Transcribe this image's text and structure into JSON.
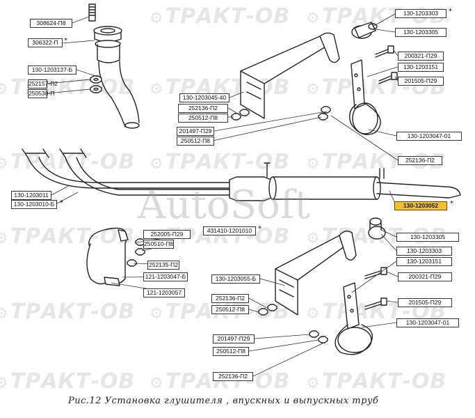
{
  "watermark": {
    "text": "ТРАКТ-ОВ",
    "icon": "tractor-icon",
    "color": "#e6e6e6"
  },
  "autosoft_watermark": "AutoSoft",
  "caption": "Рис.12  Установка глушителя , впускных и выпускных труб",
  "highlight_color": "#f5c02c",
  "labels": {
    "l1": "308624-П8",
    "l2": "306322-П",
    "l3": "130-1203137-Б",
    "l4": "252157-П2",
    "l5": "250538-П",
    "l6": "130-1203303",
    "l7": "130-1203305",
    "l8": "200321-П29",
    "l9": "130-1203151",
    "l10": "201505-П29",
    "l11": "130-1203045-40",
    "l12": "252136-П2",
    "l13": "250512-П8",
    "l14": "201497-П29",
    "l15": "250512-П8",
    "l16": "130-1203047-01",
    "l17": "252136-П2",
    "l18": "130-1203011",
    "l19": "130-1203010-Б",
    "l20": "130-1203052",
    "l21": "252005-П29",
    "l22": "250510-П8",
    "l23": "431410-1201010",
    "l24": "252135-П2",
    "l25": "121-1203047-Б",
    "l26": "121-1203057",
    "l27": "130-1203305",
    "l28": "130-1203303",
    "l29": "130-1203151",
    "l30": "130-1203055-Б",
    "l31": "200321-П29",
    "l32": "252136-П2",
    "l33": "250512-П8",
    "l34": "201505-П29",
    "l35": "130-1203047-01",
    "l36": "201497-П29",
    "l37": "250512-П8",
    "l38": "252136-П2"
  },
  "stars": {
    "mark": "*"
  }
}
